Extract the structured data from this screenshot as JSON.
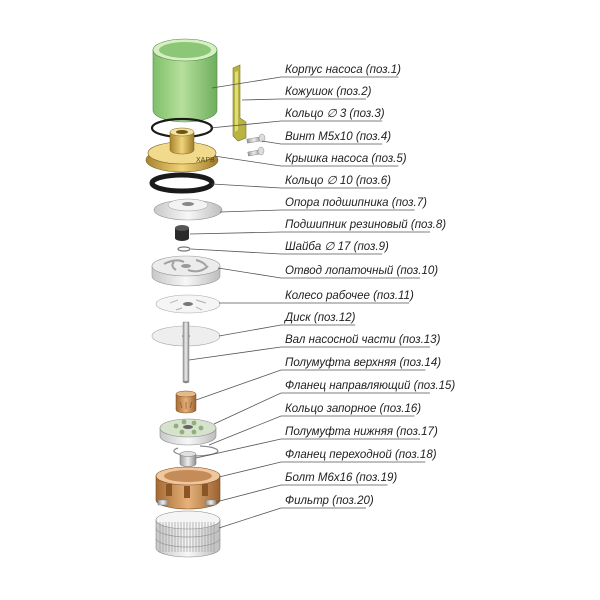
{
  "parts": [
    {
      "label": "Корпус насоса (поз.1)"
    },
    {
      "label": "Кожушок (поз.2)"
    },
    {
      "label": "Кольцо ∅ 3 (поз.3)"
    },
    {
      "label": "Винт М5х10 (поз.4)"
    },
    {
      "label": "Крышка насоса (поз.5)"
    },
    {
      "label": "Кольцо ∅ 10 (поз.6)"
    },
    {
      "label": "Опора подшипника (поз.7)"
    },
    {
      "label": "Подшипник резиновый (поз.8)"
    },
    {
      "label": "Шайба ∅ 17 (поз.9)"
    },
    {
      "label": "Отвод лопаточный (поз.10)"
    },
    {
      "label": "Колесо рабочее (поз.11)"
    },
    {
      "label": "Диск (поз.12)"
    },
    {
      "label": "Вал насосной части (поз.13)"
    },
    {
      "label": "Полумуфта верхняя (поз.14)"
    },
    {
      "label": "Фланец направляющий (поз.15)"
    },
    {
      "label": "Кольцо запорное (поз.16)"
    },
    {
      "label": "Полумуфта нижняя (поз.17)"
    },
    {
      "label": "Фланец переходной (поз.18)"
    },
    {
      "label": "Болт М6х16 (поз.19)"
    },
    {
      "label": "Фильтр (поз.20)"
    }
  ],
  "cap_engraving": "ХАРВ",
  "colors": {
    "housing": "#a8d88f",
    "cover": "#d9b65a",
    "bronze": "#c8935a",
    "metal": "#c9c9c9",
    "ring": "#1a1a1a"
  }
}
